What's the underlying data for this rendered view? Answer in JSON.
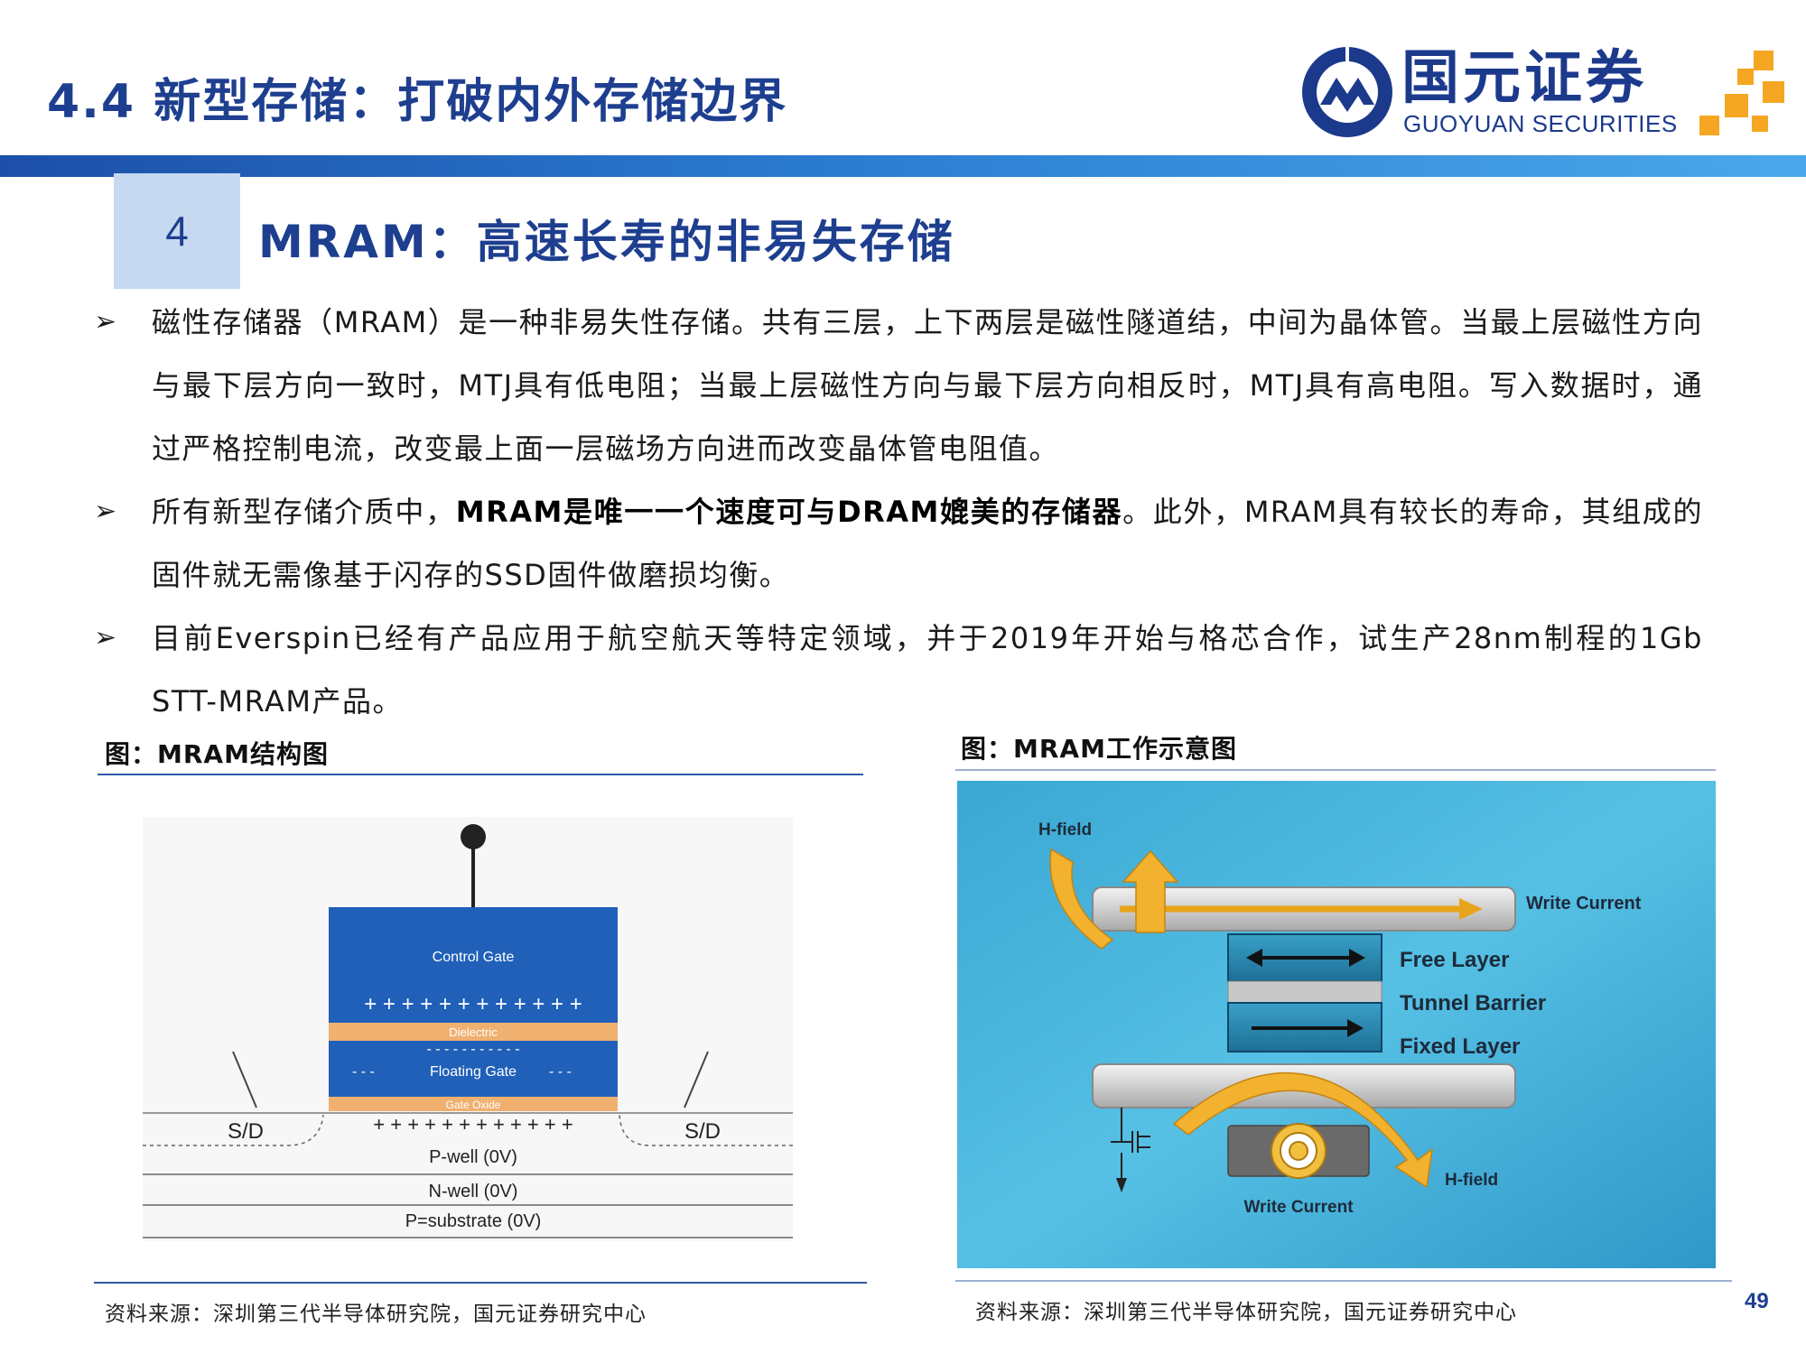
{
  "slide": {
    "title": "4.4 新型存储：打破内外存储边界",
    "page_number": "49"
  },
  "logo": {
    "name_cn": "国元证券",
    "name_en": "GUOYUAN SECURITIES"
  },
  "section": {
    "number": "4",
    "title": "MRAM：高速长寿的非易失存储"
  },
  "bullets": [
    {
      "mark": "➢",
      "text": "磁性存储器（MRAM）是一种非易失性存储。共有三层，上下两层是磁性隧道结，中间为晶体管。当最上层磁性方向与最下层方向一致时，MTJ具有低电阻；当最上层磁性方向与最下层方向相反时，MTJ具有高电阻。写入数据时，通过严格控制电流，改变最上面一层磁场方向进而改变晶体管电阻值。"
    },
    {
      "mark": "➢",
      "pre": "所有新型存储介质中，",
      "bold": "MRAM是唯一一个速度可与DRAM媲美的存储器",
      "post": "。此外，MRAM具有较长的寿命，其组成的固件就无需像基于闪存的SSD固件做磨损均衡。"
    },
    {
      "mark": "➢",
      "text": "目前Everspin已经有产品应用于航空航天等特定领域，并于2019年开始与格芯合作，试生产28nm制程的1Gb STT-MRAM产品。"
    }
  ],
  "figure_left": {
    "caption": "图：MRAM结构图",
    "labels": {
      "control_gate": "Control Gate",
      "plus_top": "+ + + + + + + + + + + +",
      "dielectric": "Dielectric",
      "floating_gate": "Floating Gate",
      "dashes_1": "- - - - - - - - - - -",
      "dashes_2": "- - -",
      "dashes_3": "- - -",
      "gate_oxide": "Gate Oxide",
      "plus_bottom": "+ + + + + + + + + + + +",
      "sd_left": "S/D",
      "sd_right": "S/D",
      "p_well": "P-well (0V)",
      "n_well": "N-well (0V)",
      "substrate": "P=substrate (0V)"
    },
    "source": "资料来源：深圳第三代半导体研究院，国元证券研究中心"
  },
  "figure_right": {
    "caption": "图：MRAM工作示意图",
    "labels": {
      "h_field_top": "H-field",
      "write_current_top": "Write Current",
      "free_layer": "Free Layer",
      "tunnel_barrier": "Tunnel Barrier",
      "fixed_layer": "Fixed Layer",
      "h_field_bottom": "H-field",
      "write_current_bottom": "Write Current"
    },
    "source": "资料来源：深圳第三代半导体研究院，国元证券研究中心"
  },
  "colors": {
    "brand_blue": "#1e3f8f",
    "logo_orange": "#f5a623",
    "section_box": "#c6d9f1"
  }
}
